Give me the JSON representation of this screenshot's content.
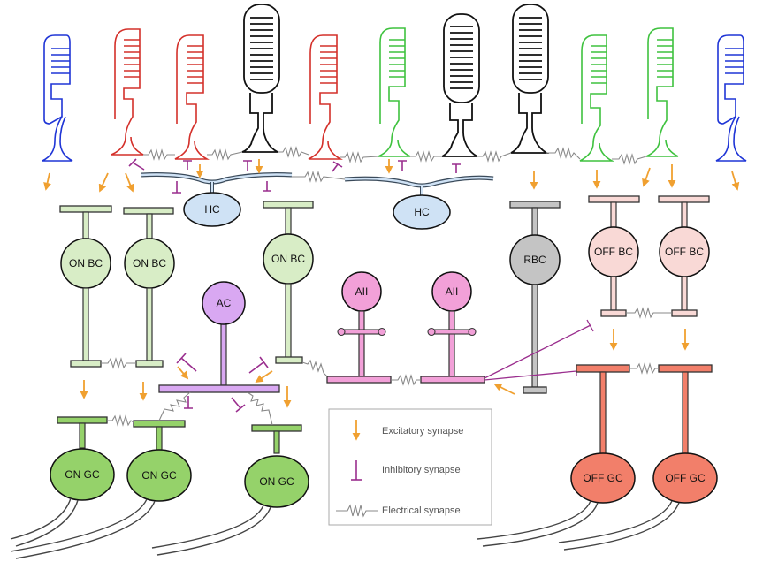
{
  "cells": {
    "horizontal": "HC",
    "on_bipolar": "ON BC",
    "rod_bipolar": "RBC",
    "off_bipolar": "OFF BC",
    "amacrine": "AC",
    "aii_amacrine": "AII",
    "on_ganglion": "ON GC",
    "off_ganglion": "OFF GC"
  },
  "legend": {
    "excitatory": "Excitatory synapse",
    "inhibitory": "Inhibitory synapse",
    "electrical": "Electrical synapse"
  },
  "colors": {
    "blue_cone": "#1f35d6",
    "red_cone": "#d4302a",
    "green_cone": "#3fc23f",
    "rod": "#111111",
    "excitatory": "#f0a030",
    "inhibitory": "#9a2e8e",
    "electrical": "#888888",
    "hc_fill": "#cfe2f5",
    "on_bc_fill": "#d8edc6",
    "rbc_fill": "#c4c4c4",
    "off_bc_fill": "#f9d9d6",
    "ac_fill": "#d9a8f2",
    "aii_fill": "#f2a0d8",
    "on_gc_fill": "#95d26a",
    "off_gc_fill": "#f27f6a"
  }
}
